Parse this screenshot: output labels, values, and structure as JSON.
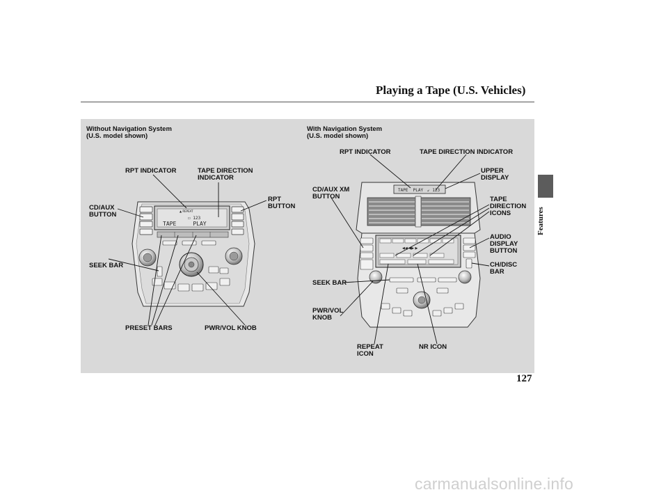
{
  "page": {
    "title": "Playing a Tape (U.S. Vehicles)",
    "section_tab": "Features",
    "page_number": "127",
    "watermark": "carmanualsonline.info"
  },
  "left_panel": {
    "heading": "Without Navigation System\n(U.S. model shown)",
    "display_text": "TAPE     PLAY",
    "labels": {
      "rpt_indicator": "RPT INDICATOR",
      "tape_direction_indicator": "TAPE DIRECTION\nINDICATOR",
      "rpt_button": "RPT\nBUTTON",
      "cd_aux_button": "CD/AUX\nBUTTON",
      "seek_bar": "SEEK BAR",
      "preset_bars": "PRESET BARS",
      "pwr_vol_knob": "PWR/VOL KNOB"
    }
  },
  "right_panel": {
    "heading": "With Navigation System\n(U.S. model shown)",
    "display_text": "TAPE  PLAY",
    "labels": {
      "rpt_indicator": "RPT INDICATOR",
      "tape_direction_indicator": "TAPE DIRECTION INDICATOR",
      "upper_display": "UPPER\nDISPLAY",
      "cd_aux_xm_button": "CD/AUX XM\nBUTTON",
      "tape_direction_icons": "TAPE\nDIRECTION\nICONS",
      "audio_display_button": "AUDIO\nDISPLAY\nBUTTON",
      "ch_disc_bar": "CH/DISC\nBAR",
      "seek_bar": "SEEK BAR",
      "pwr_vol_knob": "PWR/VOL\nKNOB",
      "repeat_icon": "REPEAT\nICON",
      "nr_icon": "NR ICON"
    }
  }
}
